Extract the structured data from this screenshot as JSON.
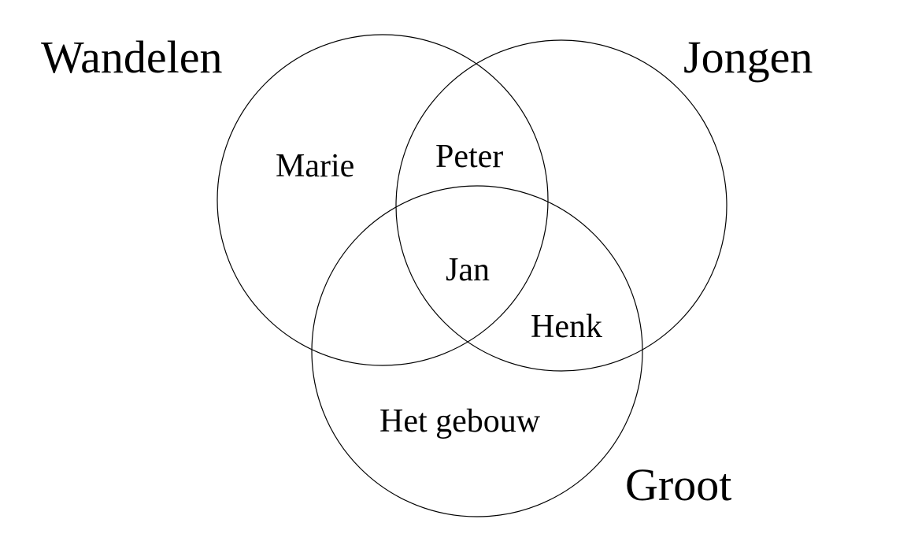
{
  "diagram": {
    "type": "venn",
    "sets": [
      {
        "label": "Wandelen"
      },
      {
        "label": "Jongen"
      },
      {
        "label": "Groot"
      }
    ],
    "members": [
      {
        "label": "Marie",
        "sets": [
          "Wandelen"
        ]
      },
      {
        "label": "Peter",
        "sets": [
          "Wandelen",
          "Jongen"
        ]
      },
      {
        "label": "Jan",
        "sets": [
          "Wandelen",
          "Jongen",
          "Groot"
        ]
      },
      {
        "label": "Henk",
        "sets": [
          "Jongen",
          "Groot"
        ]
      },
      {
        "label": "Het gebouw",
        "sets": [
          "Groot"
        ]
      }
    ],
    "colors": {
      "background": "#ffffff",
      "stroke": "#000000",
      "text": "#000000"
    }
  }
}
